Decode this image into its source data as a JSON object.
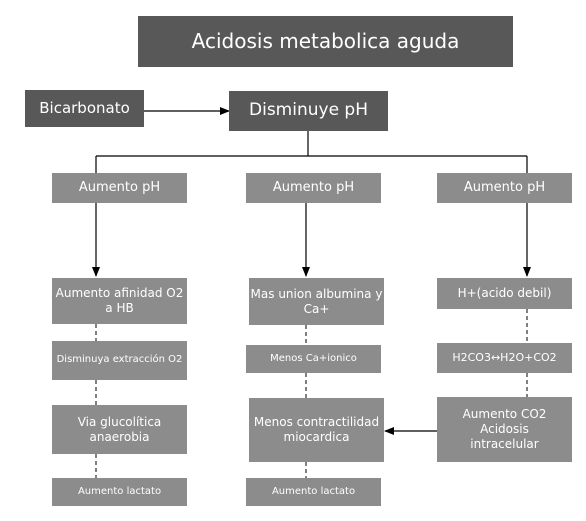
{
  "title": "Acidosis metabolica aguda",
  "source": "Bicarbonato",
  "effect": "Disminuye pH",
  "columns": [
    {
      "header": "Aumento pH",
      "steps": [
        "Aumento afinidad O2 a HB",
        "Disminuya extracción O2",
        "Via glucolítica anaerobia",
        "Aumento lactato"
      ]
    },
    {
      "header": "Aumento pH",
      "steps": [
        "Mas union albumina y Ca+",
        "Menos Ca+ionico",
        "Menos contractilidad miocardica",
        "Aumento lactato"
      ]
    },
    {
      "header": "Aumento pH",
      "steps": [
        "H+(acido debil)",
        "H2CO3↔H2O+CO2",
        "Aumento CO2 Acidosis intracelular"
      ]
    }
  ],
  "colors": {
    "dark_box": "#585858",
    "light_box": "#8c8c8c",
    "text": "#ffffff",
    "line": "#000000"
  }
}
